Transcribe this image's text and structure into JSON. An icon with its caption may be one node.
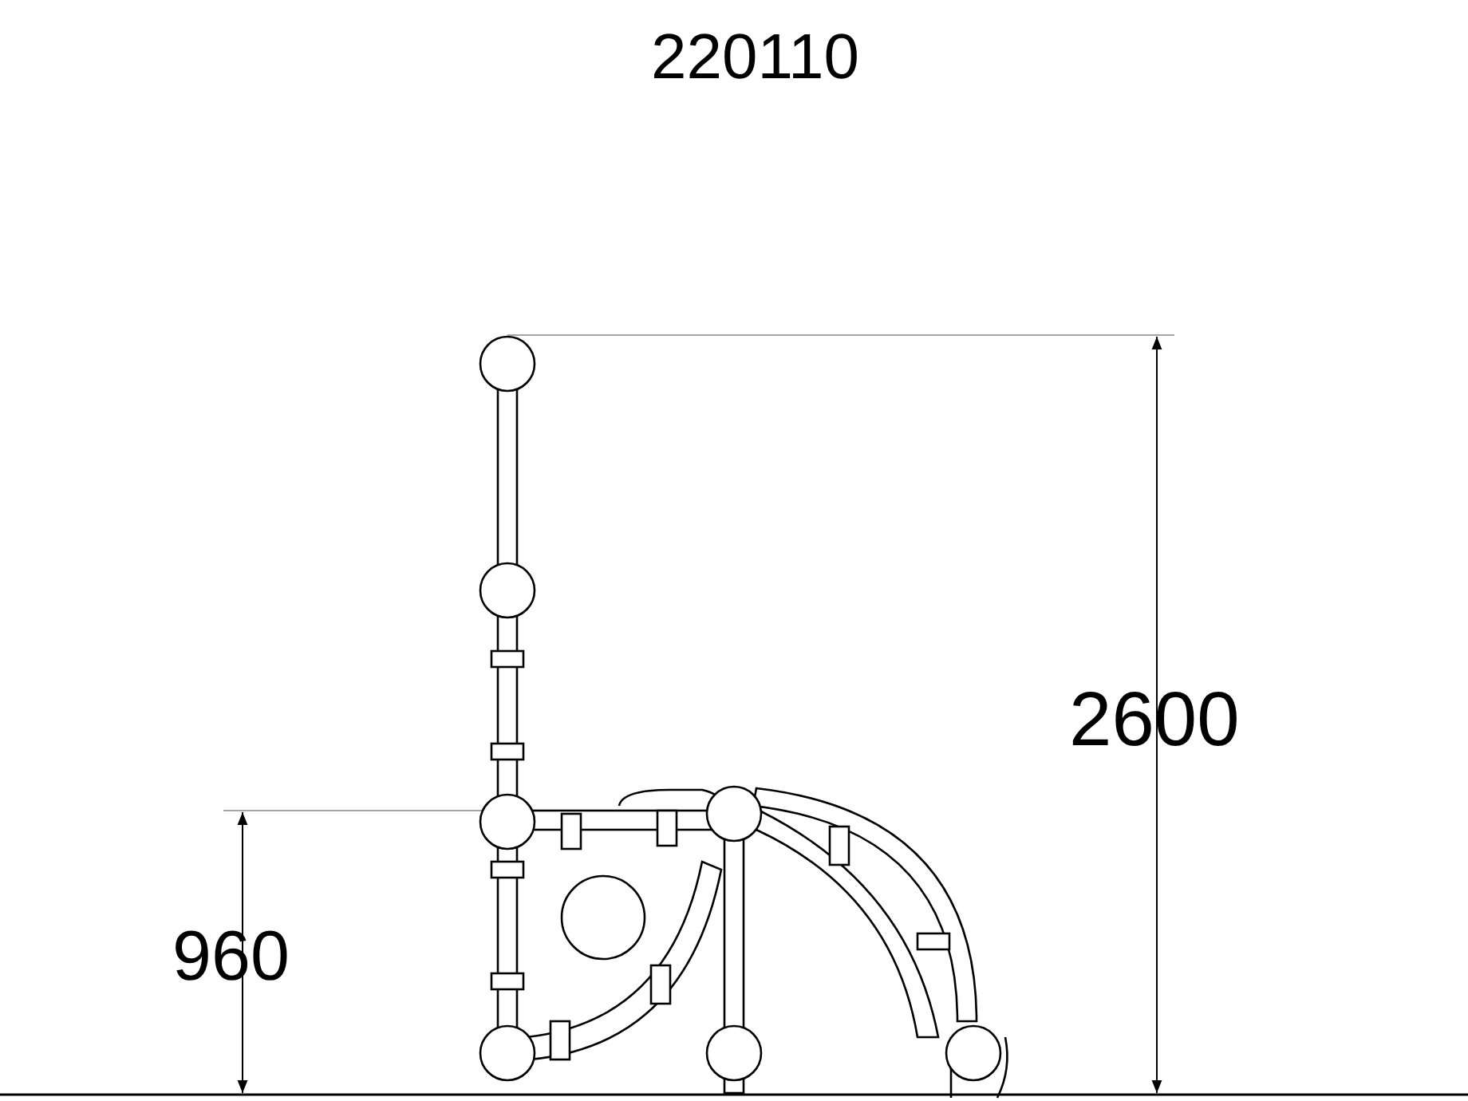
{
  "diagram": {
    "labels": [
      "220110",
      "2600",
      "960"
    ]
  }
}
